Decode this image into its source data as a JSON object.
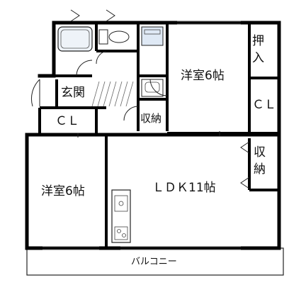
{
  "rooms": {
    "western_room_upper": "洋室6帖",
    "western_room_left": "洋室6帖",
    "oshiire": "押入",
    "closet_right": "ＣＬ",
    "closet_entry": "ＣＬ",
    "genkan": "玄関",
    "storage_hall": "収納",
    "storage_ldk": "収納",
    "ldk": "ＬＤＫ11帖",
    "balcony": "バルコニー"
  },
  "colors": {
    "wall": "#000000",
    "line": "#222222",
    "fixture_fill": "#dfe9f5",
    "background": "#ffffff"
  }
}
